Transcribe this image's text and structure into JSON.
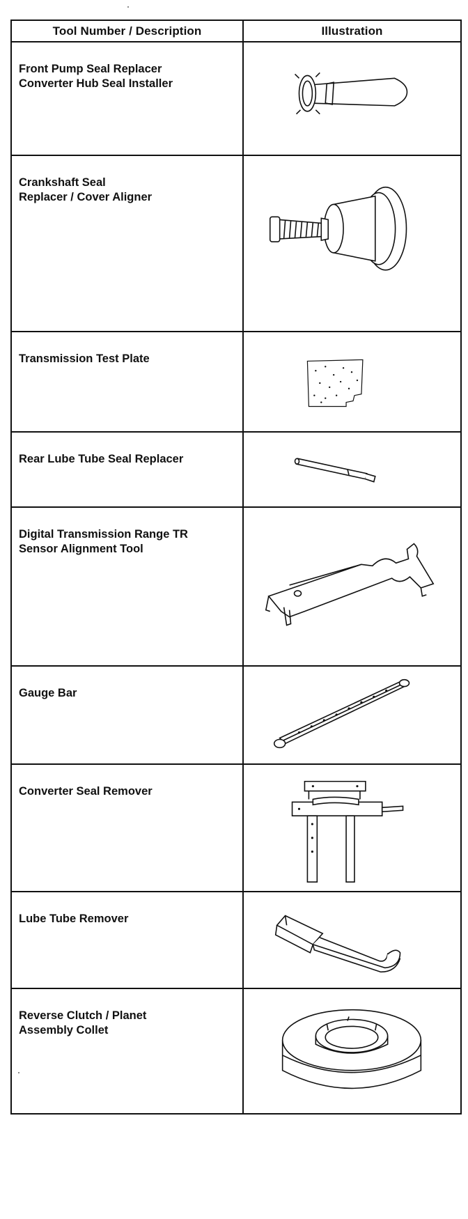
{
  "table": {
    "headers": {
      "description": "Tool Number / Description",
      "illustration": "Illustration"
    },
    "rows": [
      {
        "description": "Front Pump Seal Replacer\nConverter Hub Seal Installer",
        "illustration_icon": "seal-replacer-cylinder-icon"
      },
      {
        "description": "Crankshaft Seal\nReplacer / Cover Aligner",
        "illustration_icon": "crankshaft-seal-replacer-icon"
      },
      {
        "description": "Transmission Test Plate",
        "illustration_icon": "test-plate-icon"
      },
      {
        "description": "Rear Lube Tube Seal Replacer",
        "illustration_icon": "tube-seal-replacer-rod-icon"
      },
      {
        "description": "Digital Transmission Range TR\nSensor Alignment Tool",
        "illustration_icon": "sensor-alignment-tool-icon"
      },
      {
        "description": "Gauge Bar",
        "illustration_icon": "gauge-bar-icon"
      },
      {
        "description": "Converter Seal Remover",
        "illustration_icon": "seal-remover-puller-icon"
      },
      {
        "description": "Lube Tube Remover",
        "illustration_icon": "lube-tube-remover-icon"
      },
      {
        "description": "Reverse Clutch / Planet\nAssembly Collet",
        "illustration_icon": "collet-ring-icon"
      }
    ]
  },
  "colors": {
    "ink": "#111111",
    "paper": "#ffffff"
  }
}
